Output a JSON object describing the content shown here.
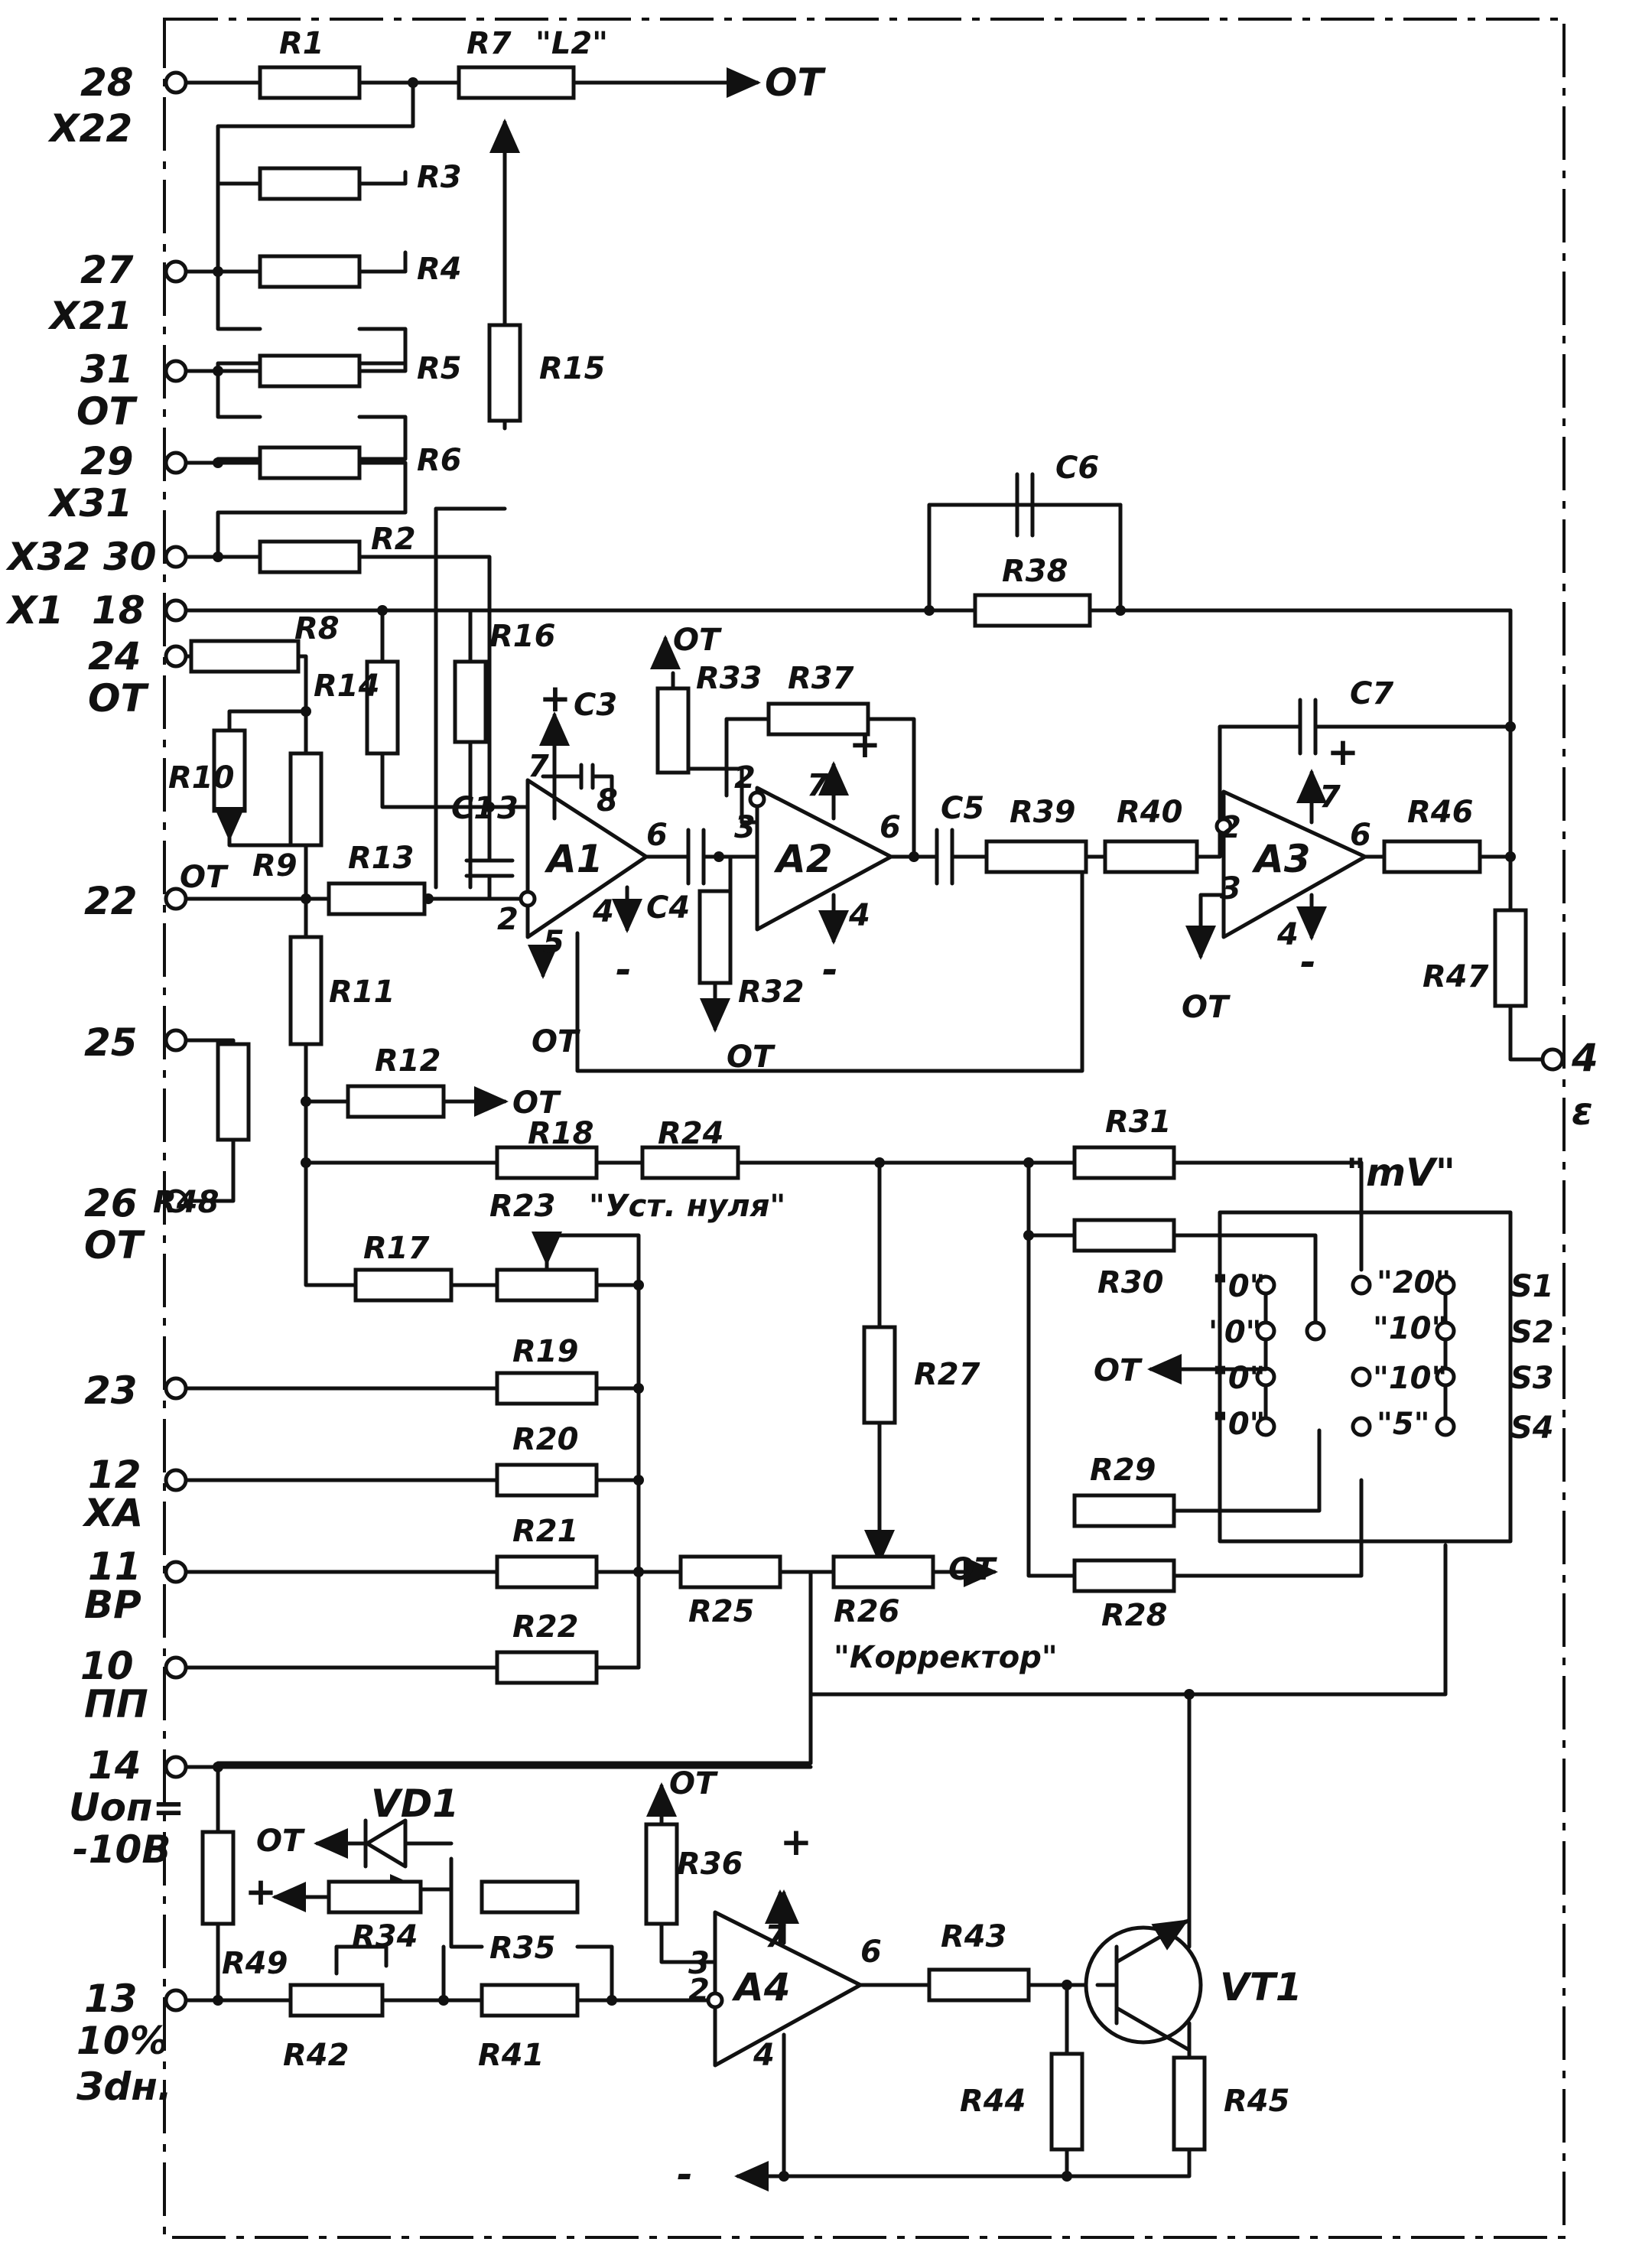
{
  "pins": {
    "p28": "28",
    "p28b": "X22",
    "p27": "27",
    "p27b": "X21",
    "p31": "31",
    "p31b": "OT",
    "p29": "29",
    "p29b": "X31",
    "p30a": "X32",
    "p30": "30",
    "p18a": "X1",
    "p18": "18",
    "p24": "24",
    "p24b": "OT",
    "p22": "22",
    "p25": "25",
    "p26": "26",
    "p26b": "OT",
    "p23": "23",
    "p12": "12",
    "p12b": "XA",
    "p11": "11",
    "p11b": "BP",
    "p10": "10",
    "p10b": "ПП",
    "p14": "14",
    "p14b": "Uоп=",
    "p14c": "-10B",
    "p13": "13",
    "p13b": "10%",
    "p13c": "Зdн.",
    "p4": "4",
    "p4b": "ε"
  },
  "resistors": {
    "r1": "R1",
    "r2": "R2",
    "r3": "R3",
    "r4": "R4",
    "r5": "R5",
    "r6": "R6",
    "r7": "R7",
    "r7name": "\"L2\"",
    "r8": "R8",
    "r9": "R9",
    "r10": "R10",
    "r11": "R11",
    "r12": "R12",
    "r13": "R13",
    "r14": "R14",
    "r15": "R15",
    "r16": "R16",
    "r17": "R17",
    "r18": "R18",
    "r19": "R19",
    "r20": "R20",
    "r21": "R21",
    "r22": "R22",
    "r23": "R23",
    "r23name": "\"Уст. нуля\"",
    "r24": "R24",
    "r25": "R25",
    "r26": "R26",
    "r26name": "\"Корректор\"",
    "r27": "R27",
    "r28": "R28",
    "r29": "R29",
    "r30": "R30",
    "r31": "R31",
    "r32": "R32",
    "r33": "R33",
    "r34": "R34",
    "r35": "R35",
    "r36": "R36",
    "r37": "R37",
    "r38": "R38",
    "r39": "R39",
    "r40": "R40",
    "r41": "R41",
    "r42": "R42",
    "r43": "R43",
    "r44": "R44",
    "r45": "R45",
    "r46": "R46",
    "r47": "R47",
    "r48": "R48",
    "r49": "R49"
  },
  "capacitors": {
    "c1": "C1",
    "c3": "C3",
    "c4": "C4",
    "c5": "C5",
    "c6": "C6",
    "c7": "C7"
  },
  "amps": {
    "a1": "A1",
    "a2": "A2",
    "a3": "A3",
    "a4": "A4"
  },
  "pinnums": {
    "n2": "2",
    "n3": "3",
    "n4": "4",
    "n5": "5",
    "n6": "6",
    "n7": "7",
    "n8": "8"
  },
  "semis": {
    "vd1": "VD1",
    "vt1": "VT1"
  },
  "switch": {
    "title": "\"mV\"",
    "s1": "S1",
    "s2": "S2",
    "s3": "S3",
    "s4": "S4",
    "zero": "\"0\"",
    "v20": "\"20\"",
    "v10": "\"10\"",
    "v5": "\"5\""
  },
  "misc": {
    "ot": "OT",
    "plus": "+",
    "minus": "-"
  }
}
